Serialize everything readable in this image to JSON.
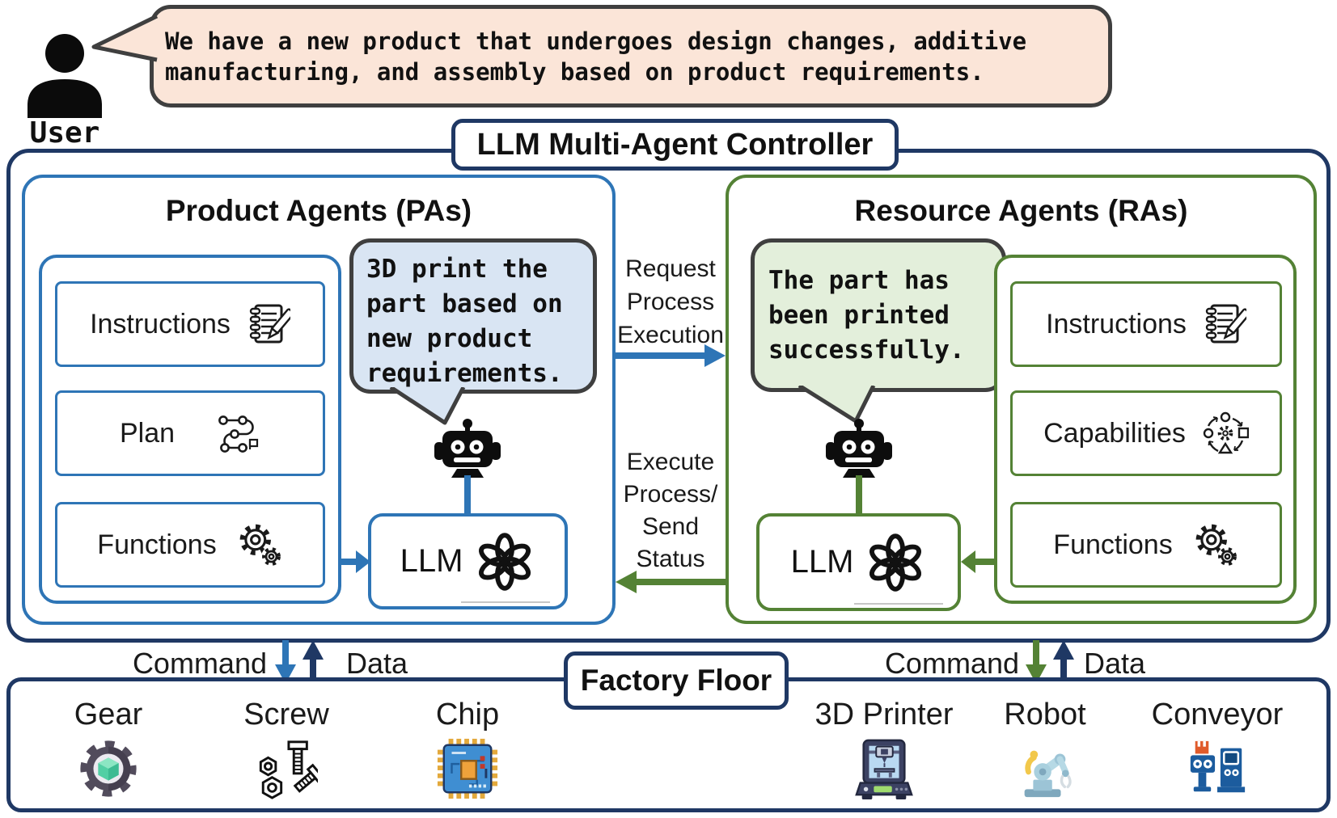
{
  "user": {
    "label": "User",
    "message": "We have a new product that undergoes design changes, additive manufacturing, and assembly based on product requirements."
  },
  "controller": {
    "title": "LLM Multi-Agent Controller"
  },
  "product_agents": {
    "title": "Product Agents (PAs)",
    "items": [
      {
        "label": "Instructions"
      },
      {
        "label": "Plan"
      },
      {
        "label": "Functions"
      }
    ],
    "bubble": "3D print the part based on new product requirements.",
    "llm": "LLM"
  },
  "resource_agents": {
    "title": "Resource Agents (RAs)",
    "items": [
      {
        "label": "Instructions"
      },
      {
        "label": "Capabilities"
      },
      {
        "label": "Functions"
      }
    ],
    "bubble": "The part has been printed successfully.",
    "llm": "LLM"
  },
  "flows": {
    "request": "Request Process Execution",
    "execute": "Execute Process/ Send Status",
    "left": {
      "command": "Command",
      "data": "Data"
    },
    "right": {
      "command": "Command",
      "data": "Data"
    }
  },
  "factory": {
    "title": "Factory Floor",
    "items": [
      {
        "label": "Gear"
      },
      {
        "label": "Screw"
      },
      {
        "label": "Chip"
      },
      {
        "label": "3D Printer"
      },
      {
        "label": "Robot"
      },
      {
        "label": "Conveyor"
      }
    ]
  },
  "colors": {
    "pa_blue": "#2E75B6",
    "ra_green": "#548235",
    "navy": "#1F3864",
    "user_bubble": "#FBE5D8",
    "pa_bubble": "#D9E5F3",
    "ra_bubble": "#E3EFDB",
    "bubble_outline": "#3F3F3F"
  }
}
